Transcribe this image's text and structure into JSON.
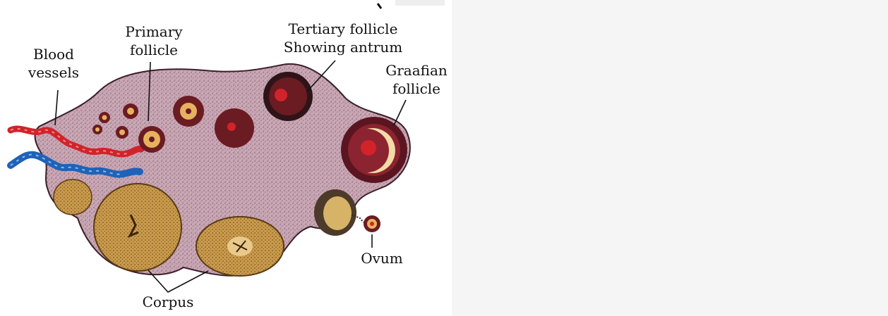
{
  "labels": {
    "blood_vessels": [
      "Blood",
      "vessels"
    ],
    "primary_follicle": [
      "Primary",
      "follicle"
    ],
    "tertiary_follicle": [
      "Tertiary follicle",
      "Showing antrum"
    ],
    "graafian_follicle": [
      "Graafian",
      "follicle"
    ],
    "ovum": "Ovum",
    "corpus_luteum": "Corpus"
  },
  "colors": {
    "stroma": "#c9a7b4",
    "stroma_speckle": "#7a4f63",
    "outline": "#3a1e29",
    "follicle_ring": "#6b1b22",
    "follicle_center": "#e7b25d",
    "antrum": "#f3dba6",
    "artery": "#d2232a",
    "vein": "#1e63b8",
    "corpus_luteum": "#b98a3c",
    "label_text": "#111111"
  },
  "icons": {
    "top_fragment": "partial-figure-edge"
  }
}
